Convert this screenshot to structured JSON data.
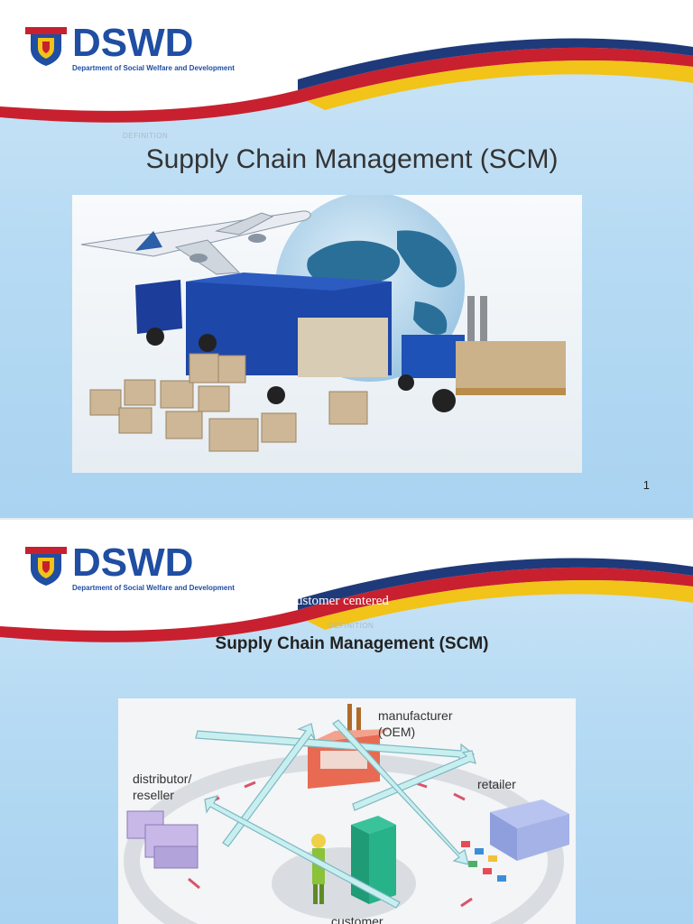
{
  "brand": {
    "name": "DSWD",
    "full_name": "Department of Social Welfare and Development",
    "colors": {
      "blue": "#1f4ea3",
      "red": "#c8202f",
      "yellow": "#f2c318"
    }
  },
  "slides": [
    {
      "kicker": "DEFINITION",
      "title": "Supply Chain Management (SCM)",
      "page_number": "1"
    },
    {
      "overlay_text": "Customer centered",
      "kicker": "DEFINITION",
      "title": "Supply Chain Management (SCM)",
      "diagram_labels": {
        "manufacturer": "manufacturer",
        "manufacturer_sub": "(OEM)",
        "distributor": "distributor/",
        "reseller": "reseller",
        "retailer": "retailer",
        "customer": "customer"
      }
    }
  ]
}
